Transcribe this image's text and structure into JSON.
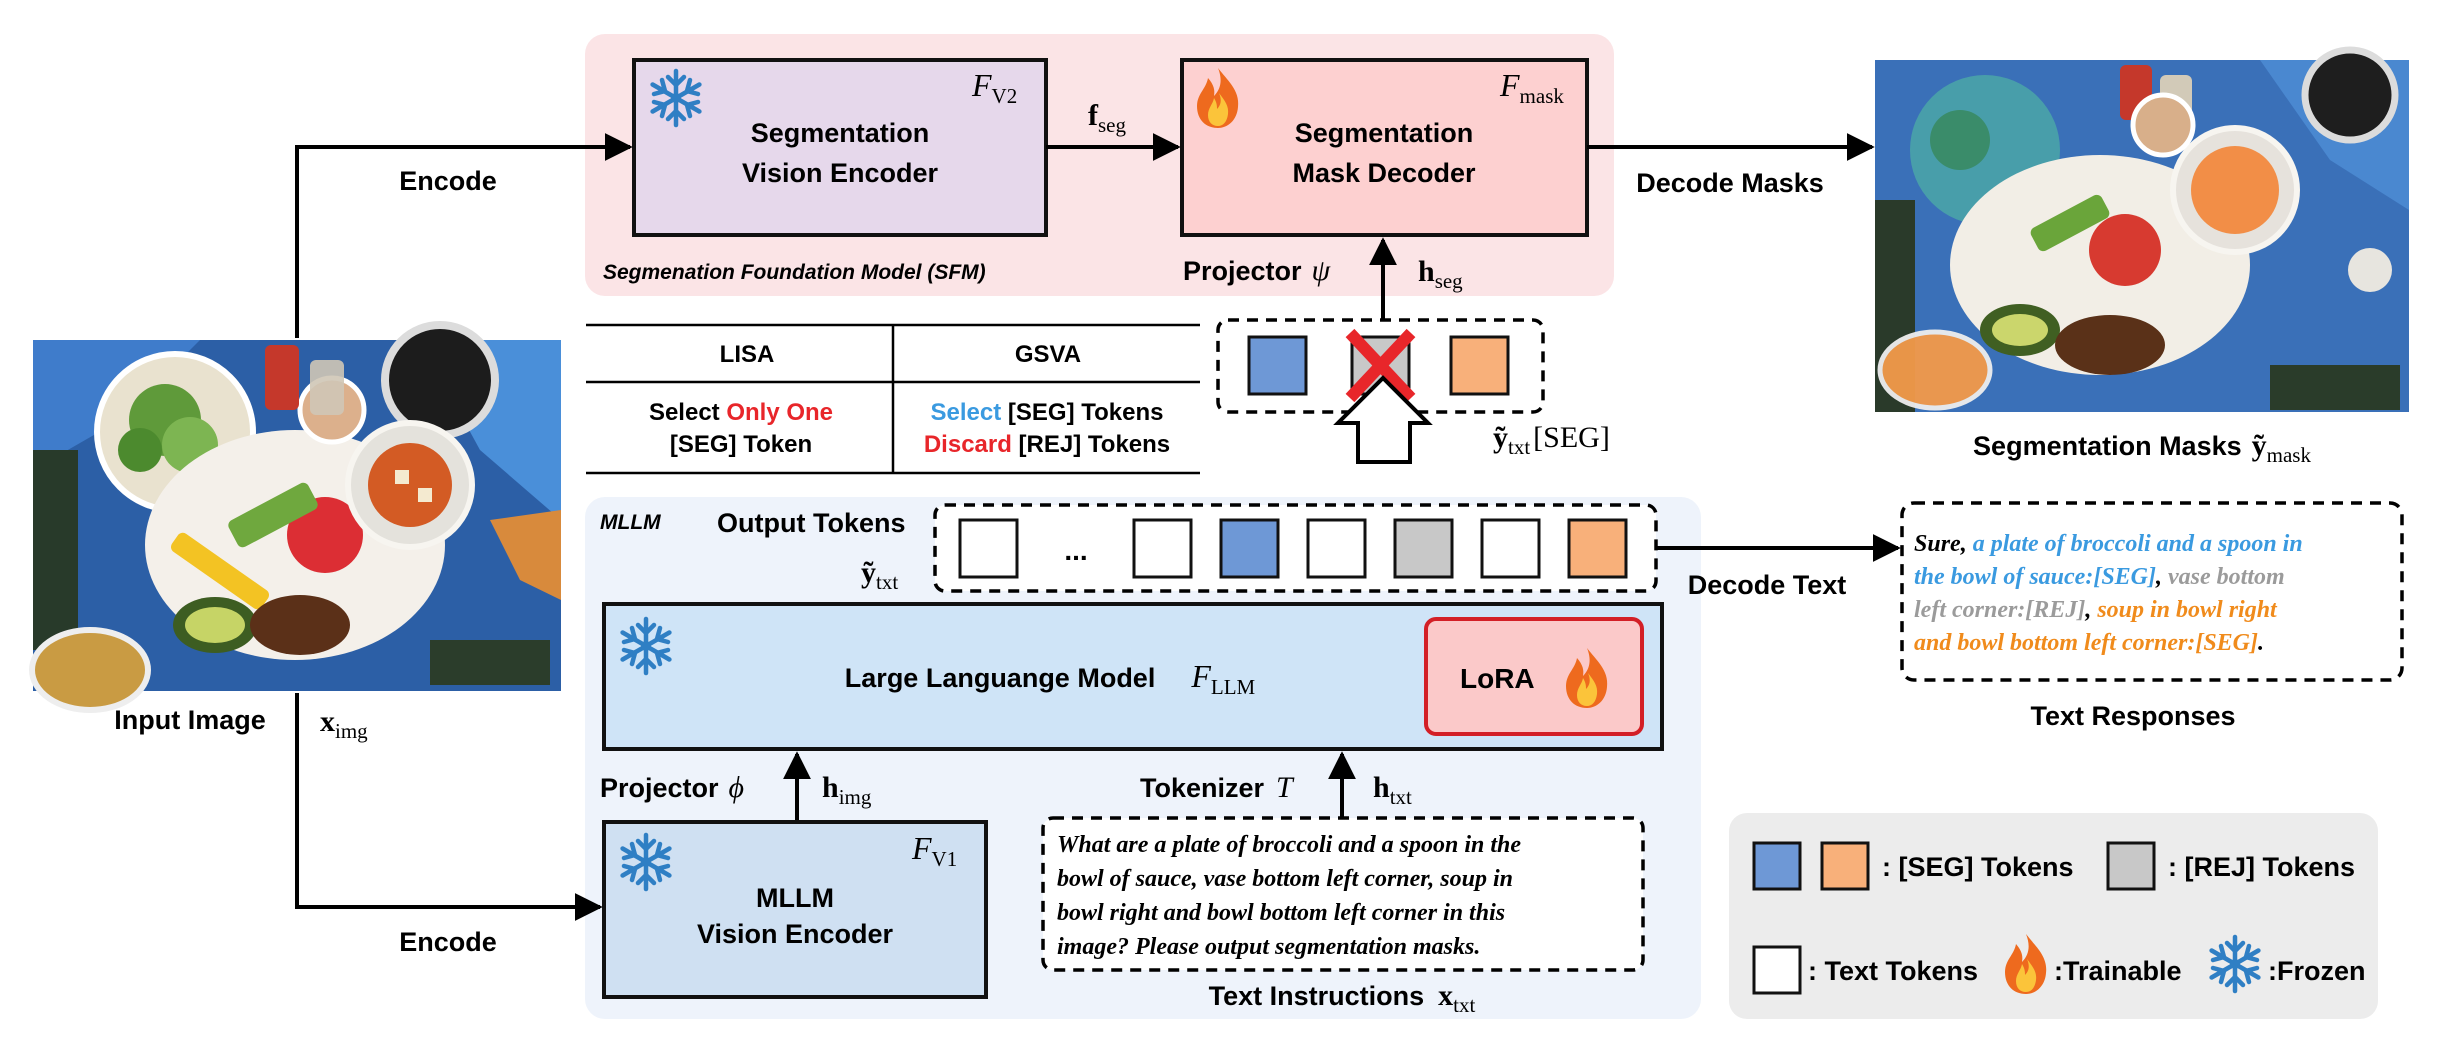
{
  "colors": {
    "sfm_bg": "#fbe4e6",
    "mllm_bg": "#eef3fb",
    "vision_encoder_fill": "#e6d8eb",
    "mask_decoder_fill": "#fdd0d0",
    "llm_fill": "#cfe4f7",
    "lora_fill": "#fbc9c9",
    "lora_border": "#d31f26",
    "mllm_encoder_fill": "#cfe0f2",
    "seg_blue": "#6e98d6",
    "seg_orange": "#f8b07a",
    "rej_gray": "#c8c8c8",
    "text_blue": "#3a9ae0",
    "text_gray": "#9b9b9b",
    "text_orange": "#f08b1c",
    "red": "#e8262a",
    "legend_bg": "#ececec"
  },
  "icons": {
    "frozen": "snowflake-icon",
    "trainable": "fire-icon",
    "rejected": "red-x-icon",
    "upsample": "hollow-up-arrow-icon"
  },
  "labels": {
    "encode_top": "Encode",
    "encode_bottom": "Encode",
    "input_image": "Input Image",
    "x_img": "x",
    "x_img_sub": "img",
    "decode_masks": "Decode Masks",
    "decode_text": "Decode Text",
    "seg_masks": "Segmentation Masks",
    "y_mask_sym": "ỹ",
    "y_mask_sub": "mask",
    "text_responses": "Text Responses",
    "text_instructions": "Text Instructions",
    "x_txt": "x",
    "x_txt_sub": "txt"
  },
  "sfm": {
    "caption": "Segmenation Foundation Model (SFM)",
    "vision_encoder": {
      "line1": "Segmentation",
      "line2": "Vision Encoder",
      "symbol": "F",
      "symbol_sub": "V2"
    },
    "mask_decoder": {
      "line1": "Segmentation",
      "line2": "Mask Decoder",
      "symbol": "F",
      "symbol_sub": "mask"
    },
    "f_seg": "f",
    "f_seg_sub": "seg",
    "projector": "Projector",
    "psi": "ψ",
    "h_seg": "h",
    "h_seg_sub": "seg"
  },
  "comparison_table": {
    "headers": [
      "LISA",
      "GSVA"
    ],
    "lisa": {
      "pre": "Select ",
      "highlight": "Only One",
      "line2": "[SEG] Token"
    },
    "gsva": {
      "select_word": "Select",
      "select_rest": " [SEG] Tokens",
      "discard_word": "Discard",
      "discard_rest": " [REJ] Tokens"
    }
  },
  "selected_tokens_label": {
    "sym": "ỹ",
    "sub": "txt",
    "bracket": "[SEG]"
  },
  "mllm": {
    "caption": "MLLM",
    "output_tokens": "Output Tokens",
    "y_txt": "ỹ",
    "y_txt_sub": "txt",
    "ellipsis": "...",
    "llm": {
      "label": "Large Languange Model",
      "symbol": "F",
      "symbol_sub": "LLM"
    },
    "lora": "LoRA",
    "projector": "Projector",
    "phi": "ϕ",
    "h_img": "h",
    "h_img_sub": "img",
    "tokenizer": "Tokenizer",
    "tokenizer_sym": "T",
    "h_txt": "h",
    "h_txt_sub": "txt",
    "vision_encoder": {
      "line1": "MLLM",
      "line2": "Vision Encoder",
      "symbol": "F",
      "symbol_sub": "V1"
    }
  },
  "instruction_text": [
    "What are a plate of broccoli and a spoon in the",
    "bowl of sauce, vase bottom left corner, soup in",
    "bowl right and bowl bottom left corner in this",
    "image? Please output segmentation masks."
  ],
  "response": {
    "l1_sure": "Sure,",
    "l1_blue": " a plate of broccoli and a spoon in",
    "l2_blue": "the bowl of sauce:[SEG]",
    "l2_comma": ",",
    "l2_gray": " vase bottom",
    "l3_gray": "left corner:[REJ]",
    "l3_comma": ",",
    "l3_orange": " soup in bowl right",
    "l4_orange": "and bowl bottom left corner:[SEG]",
    "l4_end": "."
  },
  "legend": {
    "seg_tokens": ": [SEG] Tokens",
    "rej_tokens": ": [REJ] Tokens",
    "text_tokens": ": Text Tokens",
    "trainable": ":Trainable",
    "frozen": ":Frozen"
  }
}
